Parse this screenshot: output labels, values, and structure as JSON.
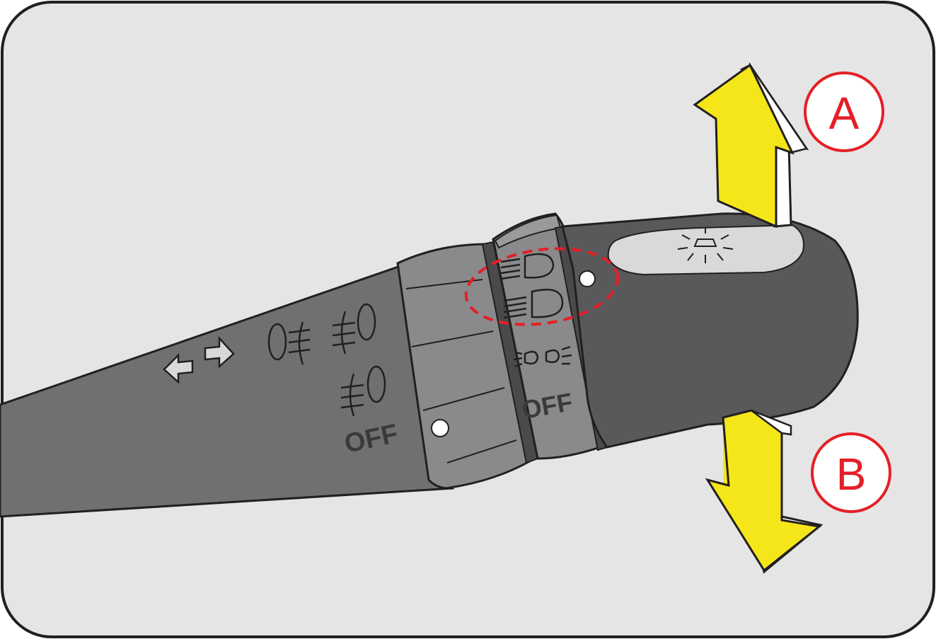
{
  "labels": {
    "ring_outer_off": "OFF",
    "ring_inner_off": "OFF",
    "callout_a": "A",
    "callout_b": "B"
  },
  "icons": {
    "turn_signal": "turn-signal-arrows-icon",
    "front_fog": "front-fog-lamp-icon",
    "rear_fog": "rear-fog-lamp-icon",
    "low_beam": "low-beam-icon",
    "high_beam": "high-beam-icon",
    "parking_lamp": "parking-lamp-icon",
    "auto_light": "auto-light-icon"
  },
  "colors": {
    "panel_bg": "#e5e5e5",
    "stalk": "#707072",
    "ring": "#8a8a8c",
    "knob": "#59595b",
    "arrow": "#f5e61a",
    "callout": "#e51f26",
    "highlight_ellipse": "#e51f26"
  }
}
